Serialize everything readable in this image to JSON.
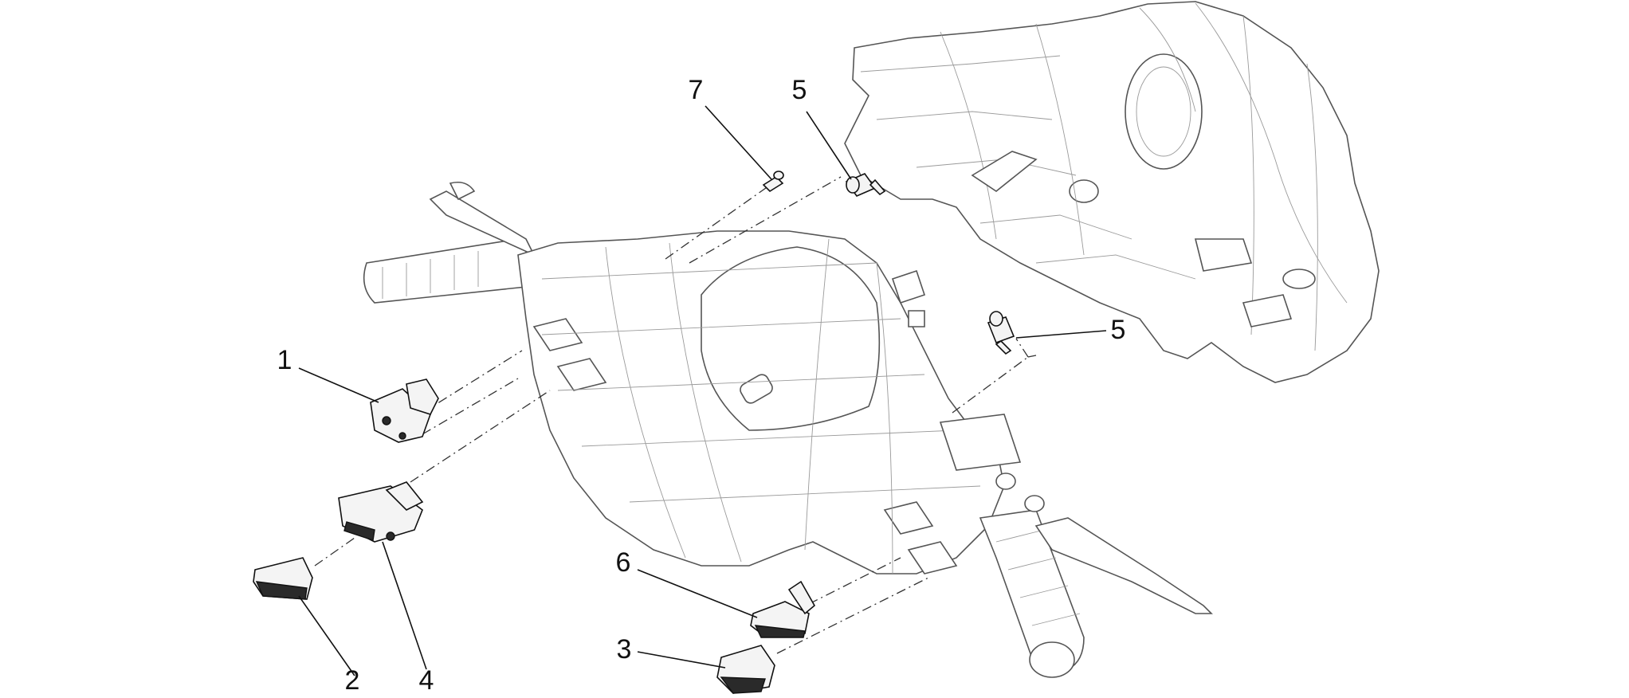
{
  "callouts": [
    {
      "id": "1",
      "label": "1"
    },
    {
      "id": "2",
      "label": "2"
    },
    {
      "id": "3",
      "label": "3"
    },
    {
      "id": "4",
      "label": "4"
    },
    {
      "id": "5a",
      "label": "5"
    },
    {
      "id": "5b",
      "label": "5"
    },
    {
      "id": "6",
      "label": "6"
    },
    {
      "id": "7",
      "label": "7"
    }
  ]
}
